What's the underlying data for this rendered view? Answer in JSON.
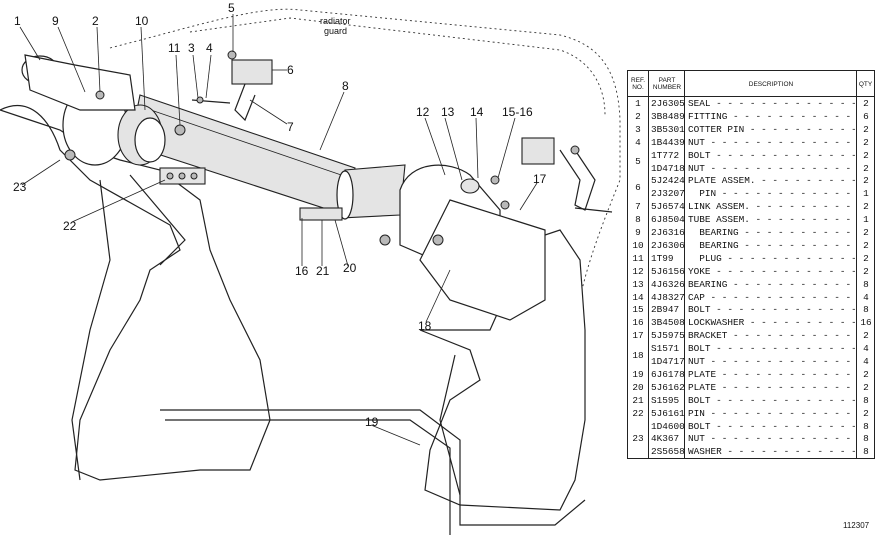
{
  "callouts": [
    "1",
    "2",
    "3",
    "4",
    "5",
    "6",
    "7",
    "8",
    "9",
    "10",
    "11",
    "12",
    "13",
    "14",
    "15-16",
    "16",
    "17",
    "18",
    "19",
    "20",
    "21",
    "22",
    "23"
  ],
  "guard_label": [
    "radiator",
    "guard"
  ],
  "table": {
    "headers": {
      "ref": [
        "REF.",
        "NO."
      ],
      "part": [
        "PART",
        "NUMBER"
      ],
      "desc": "DESCRIPTION",
      "qty": "QTY"
    },
    "rows": [
      {
        "ref": "1",
        "part": "2J6305",
        "desc": "SEAL",
        "qty": "2"
      },
      {
        "ref": "2",
        "part": "3B8489",
        "desc": "FITTING",
        "qty": "6"
      },
      {
        "ref": "3",
        "part": "3B5301",
        "desc": "COTTER PIN",
        "qty": "2"
      },
      {
        "ref": "4",
        "part": "1B4439",
        "desc": "NUT",
        "qty": "2"
      },
      {
        "ref": "",
        "part": "1T772",
        "desc": "BOLT",
        "qty": "2"
      },
      {
        "ref": "",
        "part": "1D4718",
        "desc": "NUT",
        "qty": "2"
      },
      {
        "ref": "",
        "part": "5J2424",
        "desc": "PLATE ASSEM.",
        "qty": "2"
      },
      {
        "ref": "",
        "part": "2J3207",
        "desc": "  PIN",
        "qty": "1"
      },
      {
        "ref": "7",
        "part": "5J6574",
        "desc": "LINK ASSEM.",
        "qty": "2"
      },
      {
        "ref": "8",
        "part": "6J8504",
        "desc": "TUBE ASSEM.",
        "qty": "1"
      },
      {
        "ref": "9",
        "part": "2J6316",
        "desc": "  BEARING",
        "qty": "2"
      },
      {
        "ref": "10",
        "part": "2J6306",
        "desc": "  BEARING",
        "qty": "2"
      },
      {
        "ref": "11",
        "part": "1T99",
        "desc": "  PLUG",
        "qty": "2"
      },
      {
        "ref": "12",
        "part": "5J6156",
        "desc": "YOKE",
        "qty": "2"
      },
      {
        "ref": "13",
        "part": "4J6326",
        "desc": "BEARING",
        "qty": "8"
      },
      {
        "ref": "14",
        "part": "4J8327",
        "desc": "CAP",
        "qty": "4"
      },
      {
        "ref": "15",
        "part": "2B947",
        "desc": "BOLT",
        "qty": "8"
      },
      {
        "ref": "16",
        "part": "3B4508",
        "desc": "LOCKWASHER",
        "qty": "16"
      },
      {
        "ref": "17",
        "part": "5J5975",
        "desc": "BRACKET",
        "qty": "2"
      },
      {
        "ref": "",
        "part": "S1571",
        "desc": "BOLT",
        "qty": "4"
      },
      {
        "ref": "",
        "part": "1D4717",
        "desc": "NUT",
        "qty": "4"
      },
      {
        "ref": "19",
        "part": "6J6178",
        "desc": "PLATE",
        "qty": "2"
      },
      {
        "ref": "20",
        "part": "5J6162",
        "desc": "PLATE",
        "qty": "2"
      },
      {
        "ref": "21",
        "part": "S1595",
        "desc": "BOLT",
        "qty": "8"
      },
      {
        "ref": "22",
        "part": "5J6161",
        "desc": "PIN",
        "qty": "2"
      },
      {
        "ref": "",
        "part": "1D4600",
        "desc": "BOLT",
        "qty": "8"
      },
      {
        "ref": "",
        "part": "4K367",
        "desc": "NUT",
        "qty": "8"
      },
      {
        "ref": "",
        "part": "2S5658",
        "desc": "WASHER",
        "qty": "8"
      }
    ],
    "group_refs": [
      {
        "ref": "5",
        "rows": [
          4,
          5
        ]
      },
      {
        "ref": "6",
        "rows": [
          6,
          7
        ]
      },
      {
        "ref": "18",
        "rows": [
          19,
          20
        ]
      },
      {
        "ref": "23",
        "rows": [
          25,
          27
        ]
      }
    ]
  },
  "figure_id": "112307"
}
